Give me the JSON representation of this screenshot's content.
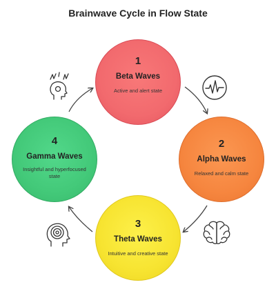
{
  "title": "Brainwave Cycle in Flow State",
  "nodes": [
    {
      "number": "1",
      "label": "Beta Waves",
      "description": "Active and alert state",
      "color": "#f26a6e",
      "icon": "stressed-head-icon"
    },
    {
      "number": "2",
      "label": "Alpha Waves",
      "description": "Relaxed and calm state",
      "color": "#f6863f",
      "icon": "waveform-icon"
    },
    {
      "number": "3",
      "label": "Theta Waves",
      "description": "Intuitive and creative state",
      "color": "#f7e431",
      "icon": "brain-icon"
    },
    {
      "number": "4",
      "label": "Gamma Waves",
      "description": "Insightful and hyperfocused state",
      "color": "#43c979",
      "icon": "focused-head-icon"
    }
  ]
}
